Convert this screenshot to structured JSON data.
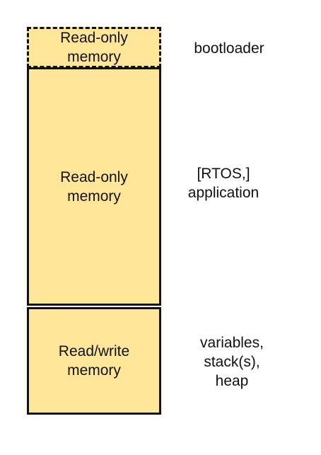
{
  "colors": {
    "block_fill": "#FFE699",
    "border": "#111111",
    "text": "#111111",
    "background": "#FFFFFF"
  },
  "blocks": [
    {
      "label": "Read-only\nmemory",
      "description": "bootloader",
      "border_style": "dashed"
    },
    {
      "label": "Read-only\nmemory",
      "description": "[RTOS,]\napplication",
      "border_style": "solid"
    },
    {
      "label": "Read/write\nmemory",
      "description": "variables,\nstack(s),\nheap",
      "border_style": "solid"
    }
  ]
}
